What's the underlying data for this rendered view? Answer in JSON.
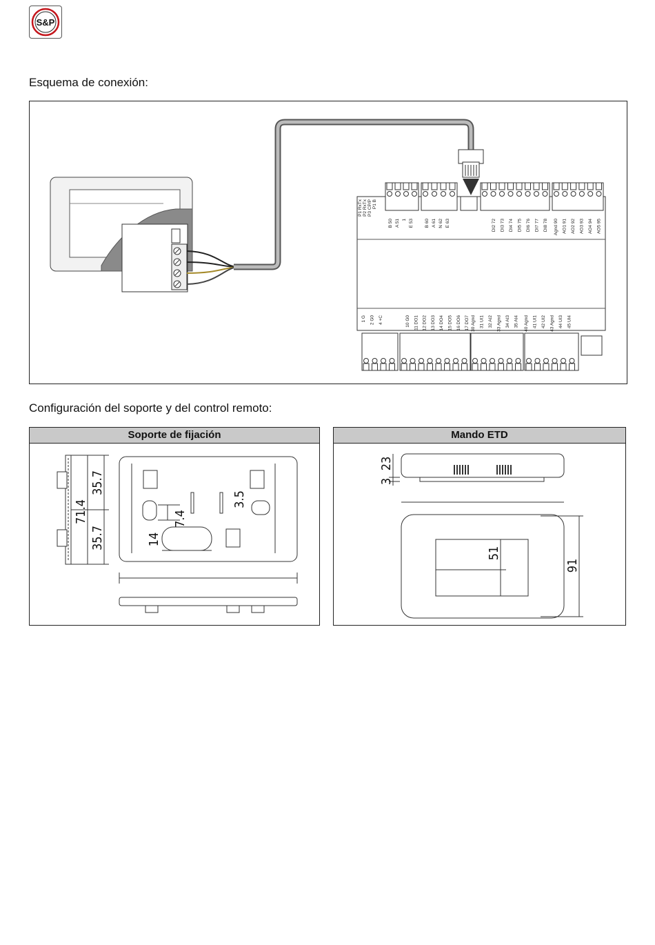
{
  "logo": {
    "text": "S&P"
  },
  "wiring": {
    "heading": "Esquema de conexión:",
    "top_labels": [
      "P1 RxTx",
      "P2 RxTx",
      "P3 CP/P",
      "P1 B"
    ],
    "top_terminals_a": [
      "B 50",
      "A 51",
      "1",
      "E 53"
    ],
    "top_terminals_b": [
      "B 60",
      "A 61",
      "N 62",
      "E 63"
    ],
    "top_terminals_c": [
      "DI2 72",
      "DI3 73",
      "DI4 74",
      "DI5 75",
      "DI6 76",
      "DI7 77",
      "DI8 78"
    ],
    "top_terminals_d": [
      "Agnd 90",
      "AO1 91",
      "AO2 92",
      "AO3 93",
      "AO4 94",
      "AO5 95"
    ],
    "bottom_terminals": [
      "1 G",
      "2 G0",
      "4 +C",
      "10 G0",
      "11 DO1",
      "12 DO2",
      "13 DO3",
      "14 DO4",
      "15 DO5",
      "16 DO6",
      "17 DO7",
      "30 Agnd",
      "31 UI1",
      "32 AI2",
      "33 Agnd",
      "34 AI3",
      "35 AI4",
      "40 Agnd",
      "41 UI1",
      "42 UI2",
      "43 Agnd",
      "44 UI3",
      "45 UI4"
    ]
  },
  "config": {
    "heading": "Configuración del soporte y del control remoto:",
    "bracket": {
      "title": "Soporte de fijación",
      "dims": {
        "total": "71.4",
        "upper": "35.7",
        "lower": "35.7",
        "slot_w": "7.4",
        "hole": "3.5",
        "oval": "14"
      }
    },
    "remote": {
      "title": "Mando ETD",
      "dims": {
        "depth": "23",
        "base": "3",
        "display_h": "51",
        "total_h": "91"
      }
    }
  }
}
